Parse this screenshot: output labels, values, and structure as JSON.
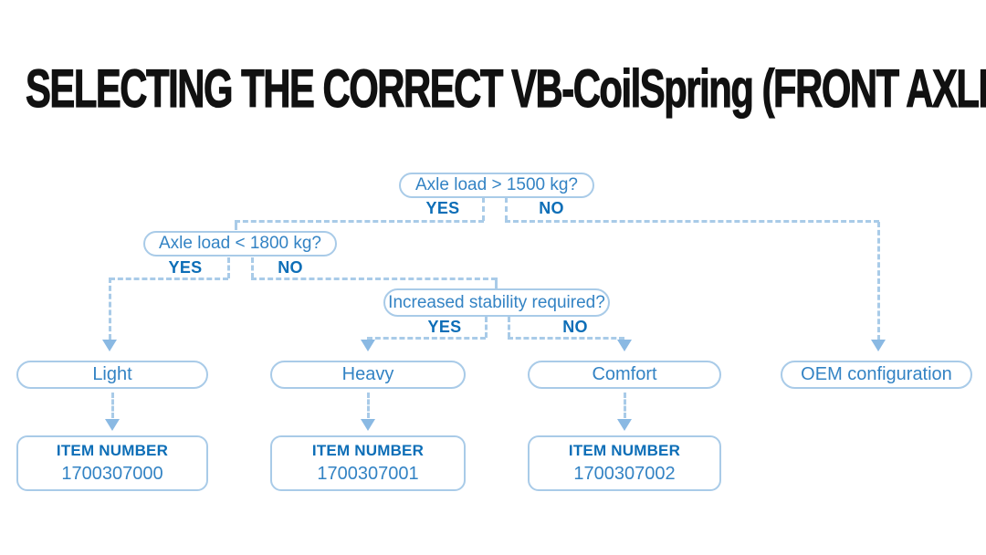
{
  "title": "SELECTING THE CORRECT VB-CoilSpring (FRONT AXLE)",
  "colors": {
    "line": "#a9cbe8",
    "box_text": "#3383c4",
    "label": "#0d6eb7",
    "arrow": "#8ab9e3",
    "title": "#111111"
  },
  "icons": {
    "arrow_down": "triangle-down"
  },
  "decisions": [
    {
      "question": "Axle load > 1500 kg?",
      "yes_label": "YES",
      "no_label": "NO"
    },
    {
      "question": "Axle load < 1800 kg?",
      "yes_label": "YES",
      "no_label": "NO"
    },
    {
      "question": "Increased stability required?",
      "yes_label": "YES",
      "no_label": "NO"
    }
  ],
  "outcomes": [
    {
      "label": "Light",
      "item_heading": "ITEM NUMBER",
      "item_number": "1700307000"
    },
    {
      "label": "Heavy",
      "item_heading": "ITEM NUMBER",
      "item_number": "1700307001"
    },
    {
      "label": "Comfort",
      "item_heading": "ITEM NUMBER",
      "item_number": "1700307002"
    },
    {
      "label": "OEM configuration"
    }
  ]
}
